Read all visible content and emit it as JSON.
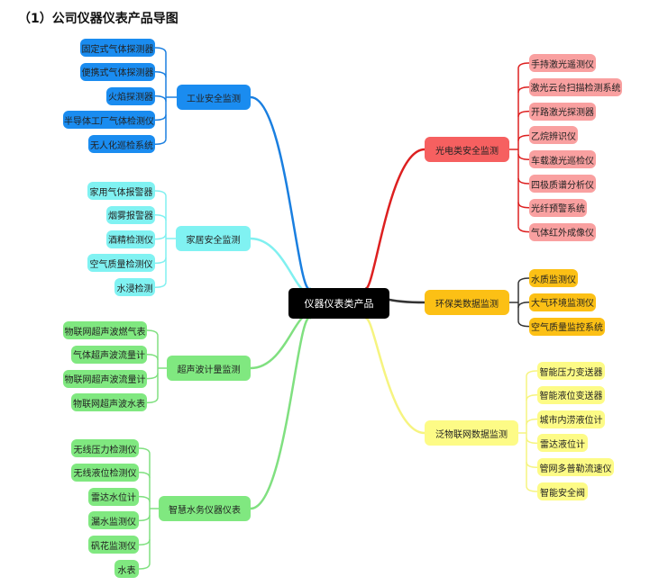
{
  "title": "（1）公司仪器仪表产品导图",
  "center": "仪器仪表类产品",
  "colors": {
    "industrial": "#1a8cf0",
    "home": "#80f2f2",
    "ultrasonic": "#80e880",
    "water": "#80e880",
    "photo": "#f66060",
    "photo_leaf": "#f9a0a0",
    "env": "#fcc015",
    "iot": "#fdfb86"
  },
  "branches": [
    {
      "label": "工业安全监测",
      "leaves": [
        "固定式气体探测器",
        "便携式气体探测器",
        "火焰探测器",
        "半导体工厂气体检测仪",
        "无人化巡检系统"
      ]
    },
    {
      "label": "家居安全监测",
      "leaves": [
        "家用气体报警器",
        "烟雾报警器",
        "酒精检测仪",
        "空气质量检测仪",
        "水浸检测"
      ]
    },
    {
      "label": "超声波计量监测",
      "leaves": [
        "物联网超声波燃气表",
        "气体超声波流量计",
        "物联网超声波流量计",
        "物联网超声波水表"
      ]
    },
    {
      "label": "智慧水务仪器仪表",
      "leaves": [
        "无线压力检测仪",
        "无线液位检测仪",
        "雷达水位计",
        "漏水监测仪",
        "矾花监测仪",
        "水表"
      ]
    },
    {
      "label": "光电类安全监测",
      "leaves": [
        "手持激光遥测仪",
        "激光云台扫描检测系统",
        "开路激光探测器",
        "乙烷辨识仪",
        "车载激光巡检仪",
        "四极质谱分析仪",
        "光纤预警系统",
        "气体红外成像仪"
      ]
    },
    {
      "label": "环保类数据监测",
      "leaves": [
        "水质监测仪",
        "大气环境监测仪",
        "空气质量监控系统"
      ]
    },
    {
      "label": "泛物联网数据监测",
      "leaves": [
        "智能压力变送器",
        "智能液位变送器",
        "城市内涝液位计",
        "雷达液位计",
        "管网多普勒流速仪",
        "智能安全阀"
      ]
    }
  ]
}
